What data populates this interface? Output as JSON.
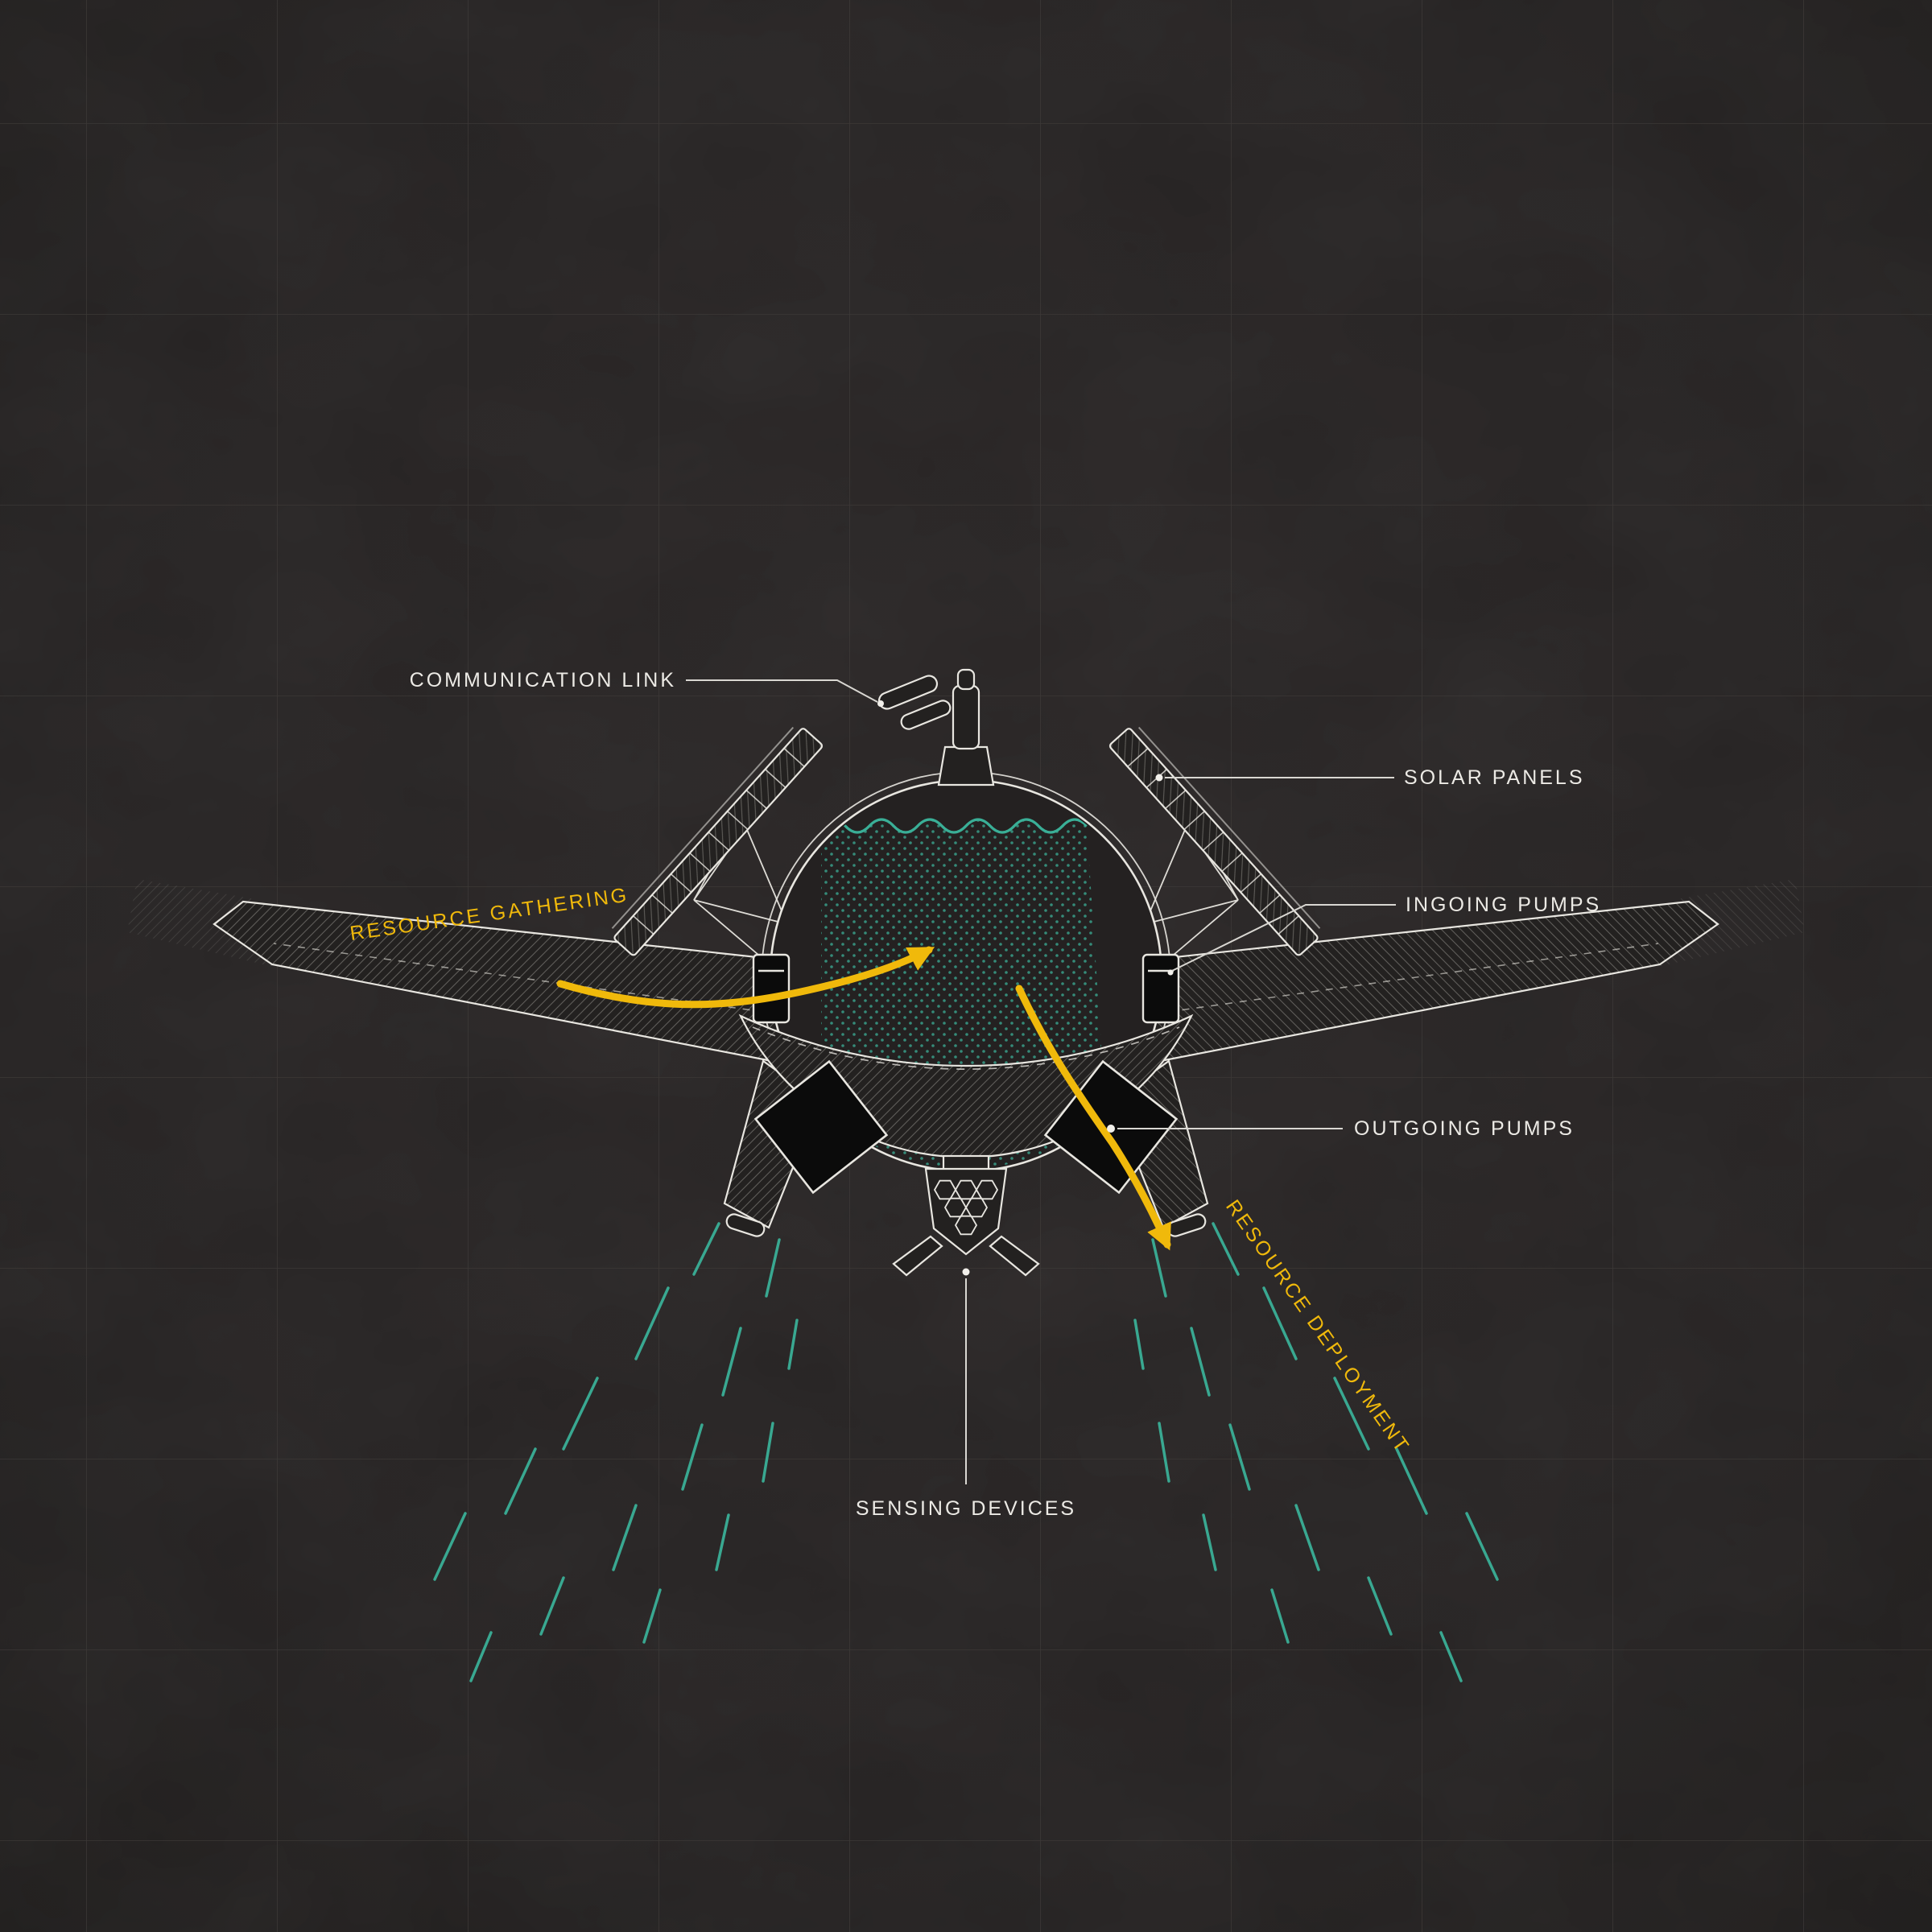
{
  "diagram": {
    "labels": {
      "communication_link": "COMMUNICATION LINK",
      "solar_panels": "SOLAR PANELS",
      "ingoing_pumps": "INGOING PUMPS",
      "outgoing_pumps": "OUTGOING PUMPS",
      "sensing_devices": "SENSING DEVICES",
      "resource_gathering": "RESOURCE GATHERING",
      "resource_deployment": "RESOURCE DEPLOYMENT"
    },
    "colors": {
      "background": "#232020",
      "grid_line": "#3e3b39",
      "outline": "#e8e6e0",
      "label_text": "#eceae5",
      "accent_yellow": "#f0b90b",
      "accent_teal": "#3aaf97",
      "pump_black": "#0b0b0b"
    }
  }
}
